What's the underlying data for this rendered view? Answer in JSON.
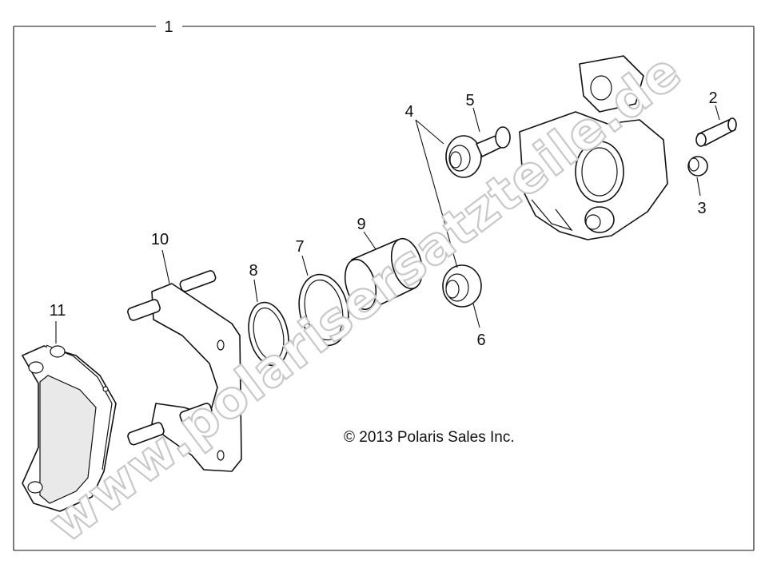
{
  "diagram": {
    "callouts": [
      "1",
      "2",
      "3",
      "4",
      "5",
      "6",
      "7",
      "8",
      "9",
      "10",
      "11"
    ],
    "copyright": "© 2013 Polaris Sales Inc.",
    "watermark": "www.polarisersatzteile.de"
  }
}
